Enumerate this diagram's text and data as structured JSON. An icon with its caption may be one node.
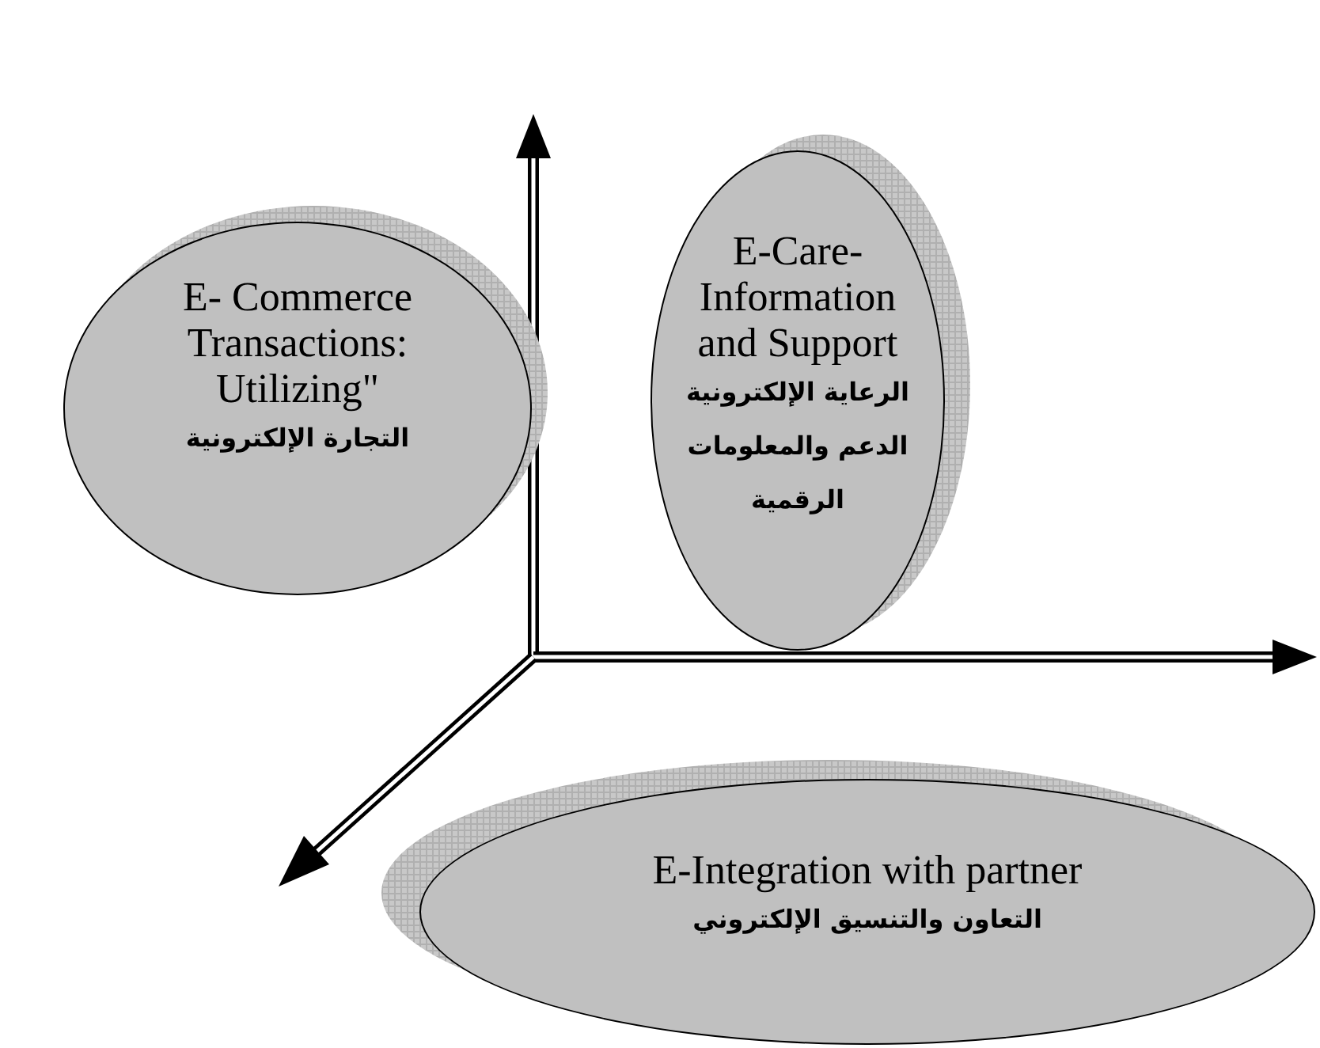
{
  "diagram": {
    "nodes": [
      {
        "text": [
          "E- Commerce Transactions: Utilizing\"",
          "التجارة الإلكترونية"
        ]
      },
      {
        "text": [
          "E-Care-Information and Support",
          "الرعاية الإلكترونية الدعم والمعلومات الرقمية"
        ]
      },
      {
        "text": [
          "E-Integration with partner",
          "التعاون والتنسيق الإلكتروني"
        ]
      }
    ]
  }
}
